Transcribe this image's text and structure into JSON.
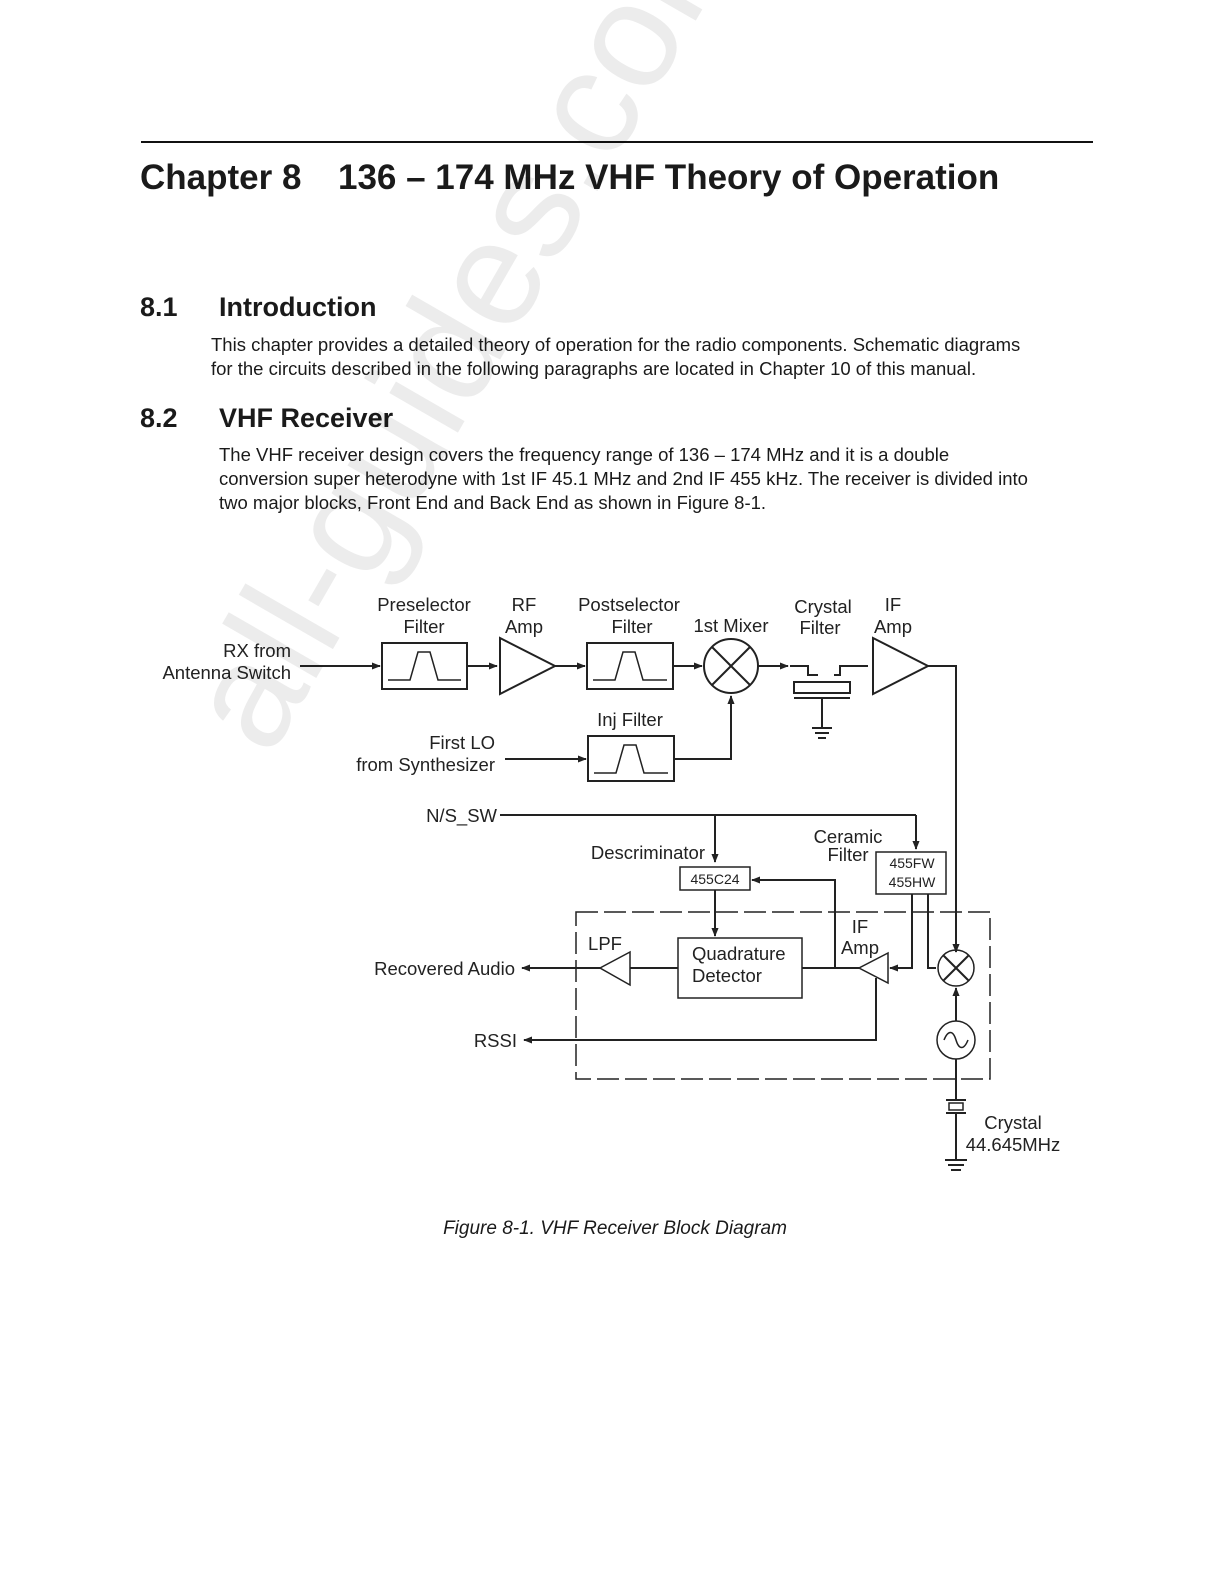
{
  "chapter": {
    "number": "Chapter 8",
    "title": "136 – 174 MHz VHF Theory of Operation"
  },
  "sections": [
    {
      "number": "8.1",
      "title": "Introduction",
      "lines": [
        "This chapter provides a detailed theory of operation for the radio components. Schematic diagrams",
        "for the circuits described in the following paragraphs are located in Chapter 10 of this manual."
      ]
    },
    {
      "number": "8.2",
      "title": "VHF Receiver",
      "lines": [
        "The VHF receiver design covers the frequency range of 136 – 174 MHz and it is a double",
        "conversion super heterodyne with 1st IF 45.1 MHz and 2nd IF 455 kHz. The receiver is divided into",
        "two major blocks, Front End and Back End as shown in Figure 8-1."
      ]
    }
  ],
  "diagram": {
    "rx_from": "RX from",
    "antenna_switch": "Antenna Switch",
    "preselector": "Preselector",
    "filter": "Filter",
    "rf": "RF",
    "amp": "Amp",
    "postselector": "Postselector",
    "first_mixer": "1st Mixer",
    "crystal": "Crystal",
    "if": "IF",
    "inj_filter": "Inj Filter",
    "first_lo": "First LO",
    "from_synthesizer": "from Synthesizer",
    "ns_sw": "N/S_SW",
    "descriminator": "Descriminator",
    "ceramic": "Ceramic",
    "part_455c24": "455C24",
    "part_455fw": "455FW",
    "part_455hw": "455HW",
    "lpf": "LPF",
    "quadrature": "Quadrature",
    "detector": "Detector",
    "recovered_audio": "Recovered Audio",
    "rssi": "RSSI",
    "crystal_freq": "44.645MHz"
  },
  "caption": "Figure 8-1.  VHF Receiver Block Diagram",
  "watermark": "all-guides.com"
}
